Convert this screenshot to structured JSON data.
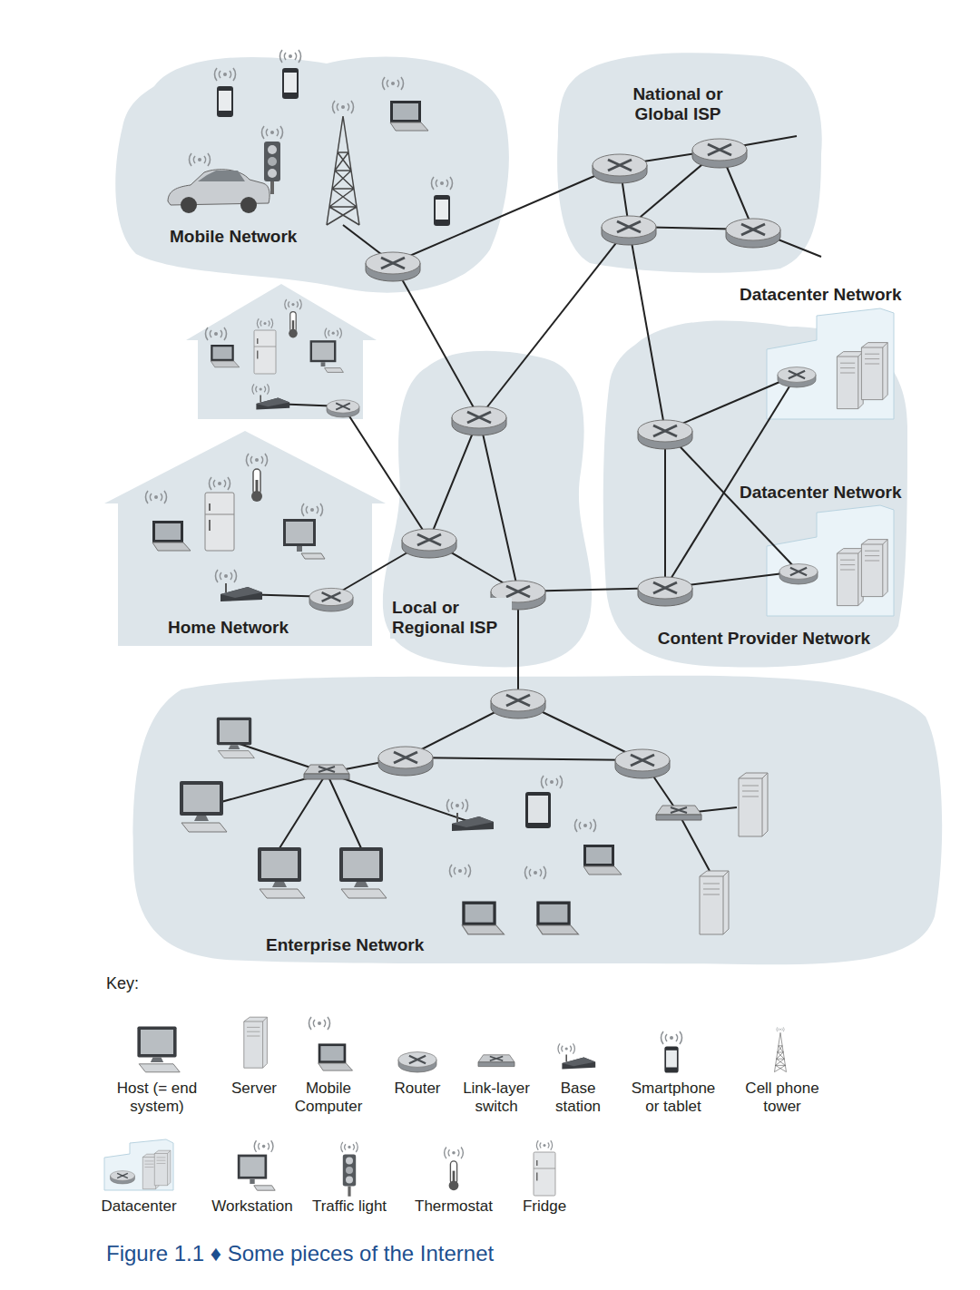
{
  "diagram": {
    "caption": "Figure 1.1 ♦ Some pieces of the Internet",
    "nodes": [
      {
        "text": [
          "Mobile Network"
        ]
      },
      {
        "text": [
          "National or Global ISP"
        ]
      },
      {
        "text": [
          "Content Provider Network"
        ]
      },
      {
        "text": [
          "Datacenter Network"
        ],
        "in": 2
      },
      {
        "text": [
          "Datacenter Network"
        ],
        "in": 2
      },
      {
        "text": [
          "Home Network"
        ]
      },
      {
        "text": [
          "Local or Regional ISP"
        ]
      },
      {
        "text": [
          "Enterprise Network"
        ]
      }
    ],
    "edges": [
      {
        "from": 0,
        "to": 1,
        "arrow": "none"
      },
      {
        "from": 0,
        "to": 6,
        "arrow": "none"
      },
      {
        "from": 1,
        "to": 6,
        "arrow": "none"
      },
      {
        "from": 1,
        "to": 2,
        "arrow": "none"
      },
      {
        "from": 5,
        "to": 6,
        "arrow": "none"
      },
      {
        "from": 6,
        "to": 2,
        "arrow": "none"
      },
      {
        "from": 6,
        "to": 7,
        "arrow": "none"
      },
      {
        "from": 2,
        "to": 3,
        "arrow": "none"
      },
      {
        "from": 2,
        "to": 4,
        "arrow": "none"
      },
      {
        "from": 2,
        "to": 3,
        "arrow": "none"
      },
      {
        "from": 2,
        "to": 4,
        "arrow": "none"
      }
    ],
    "labels": [
      "Key:"
    ],
    "legend": [
      {
        "text": "Host (= end system)"
      },
      {
        "text": "Server"
      },
      {
        "text": "Mobile Computer"
      },
      {
        "text": "Router"
      },
      {
        "text": "Link-layer switch"
      },
      {
        "text": "Base station"
      },
      {
        "text": "Smartphone or tablet"
      },
      {
        "text": "Cell phone tower"
      },
      {
        "text": "Datacenter"
      },
      {
        "text": "Workstation"
      },
      {
        "text": "Traffic light"
      },
      {
        "text": "Thermostat"
      },
      {
        "text": "Fridge"
      }
    ]
  }
}
